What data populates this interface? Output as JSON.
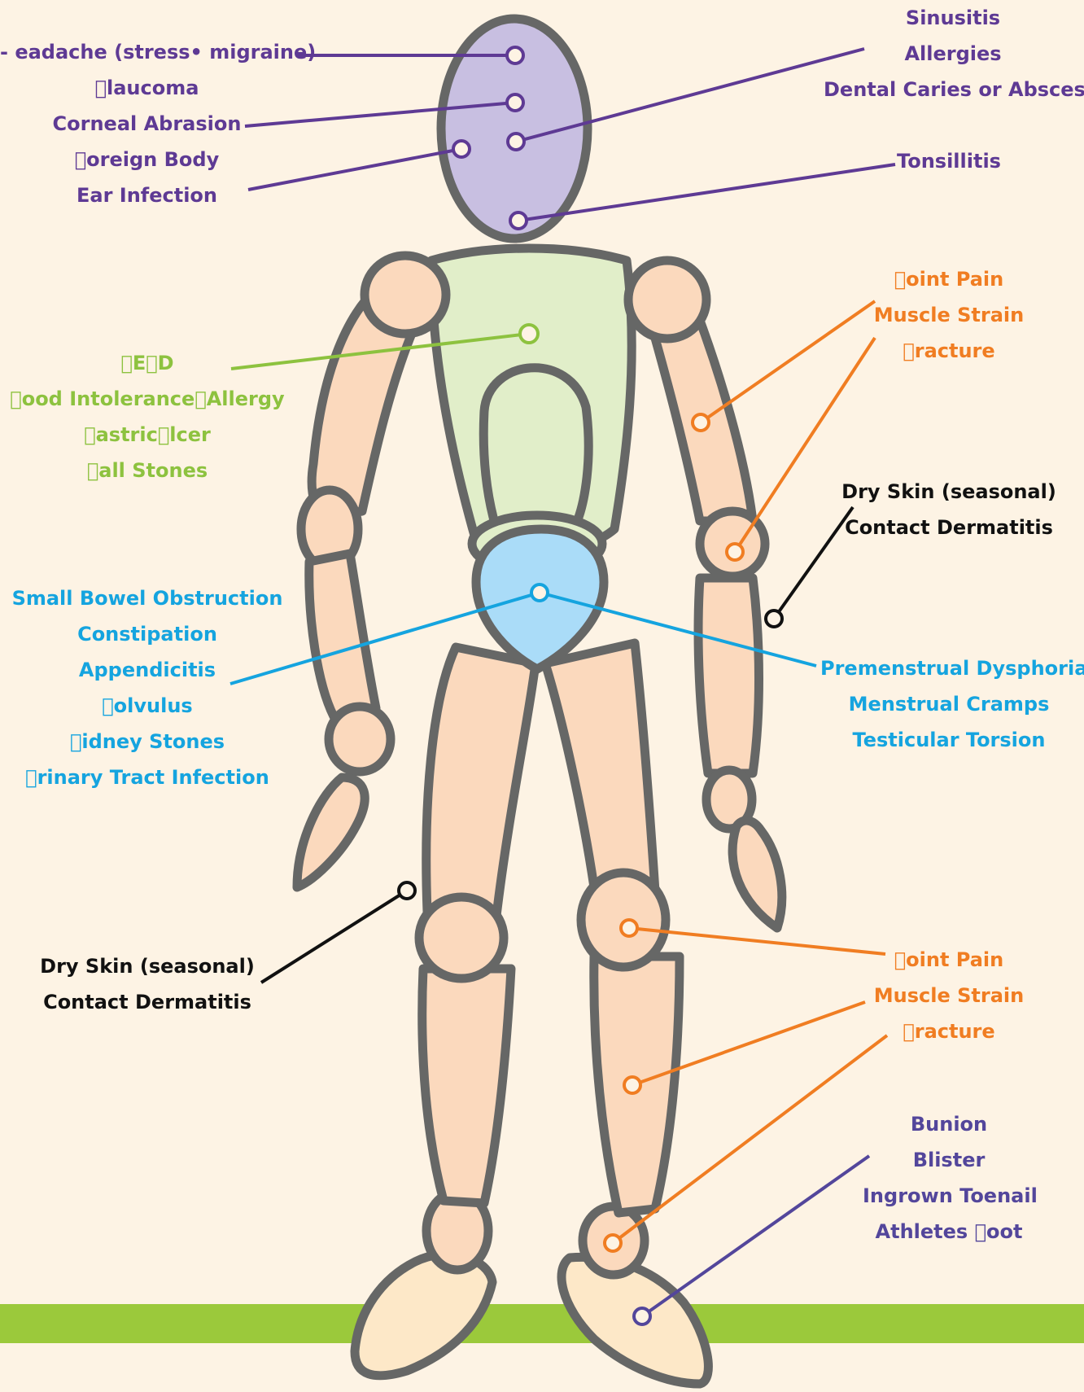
{
  "colors": {
    "background": "#fdf3e4",
    "ground": "#9bc93b",
    "outline": "#666766",
    "skin": "#fbd9bd",
    "head": "#c8bfe1",
    "torso": "#e1eec9",
    "pelvis": "#aadcf8",
    "foot": "#fde8c8",
    "purple": "#5e3a94",
    "green": "#8dc23f",
    "cyan": "#15a4df",
    "orange": "#f07d22",
    "black": "#111111",
    "foot_purple": "#53469b"
  },
  "labels": {
    "head_left": [
      "- eadache (stress• migraine)",
      "\u0000laucoma",
      "Corneal Abrasion",
      "\u0000oreign Body",
      "Ear Infection"
    ],
    "head_right": [
      "Sinusitis",
      "Allergies",
      "Dental Caries or Abscess"
    ],
    "throat_right": [
      "Tonsillitis"
    ],
    "chest_left": [
      "\u0000E\u0000D",
      "\u0000ood Intolerance\u0000Allergy",
      "\u0000astric\u0000lcer",
      "\u0000all Stones"
    ],
    "arm_right": [
      "\u0000oint Pain",
      "Muscle Strain",
      "\u0000racture"
    ],
    "skin_right": [
      "Dry Skin (seasonal)",
      "Contact Dermatitis"
    ],
    "abdomen_left": [
      "Small Bowel Obstruction",
      "Constipation",
      "Appendicitis",
      "\u0000olvulus",
      "\u0000idney Stones",
      "\u0000rinary Tract Infection"
    ],
    "pelvis_right": [
      "Premenstrual Dysphoria",
      "Menstrual Cramps",
      "Testicular Torsion"
    ],
    "skin_left": [
      "Dry Skin (seasonal)",
      "Contact Dermatitis"
    ],
    "leg_right": [
      "\u0000oint Pain",
      "Muscle Strain",
      "\u0000racture"
    ],
    "foot_right": [
      "Bunion",
      "Blister",
      "Ingrown Toenail",
      "Athletes \u0000oot"
    ]
  }
}
